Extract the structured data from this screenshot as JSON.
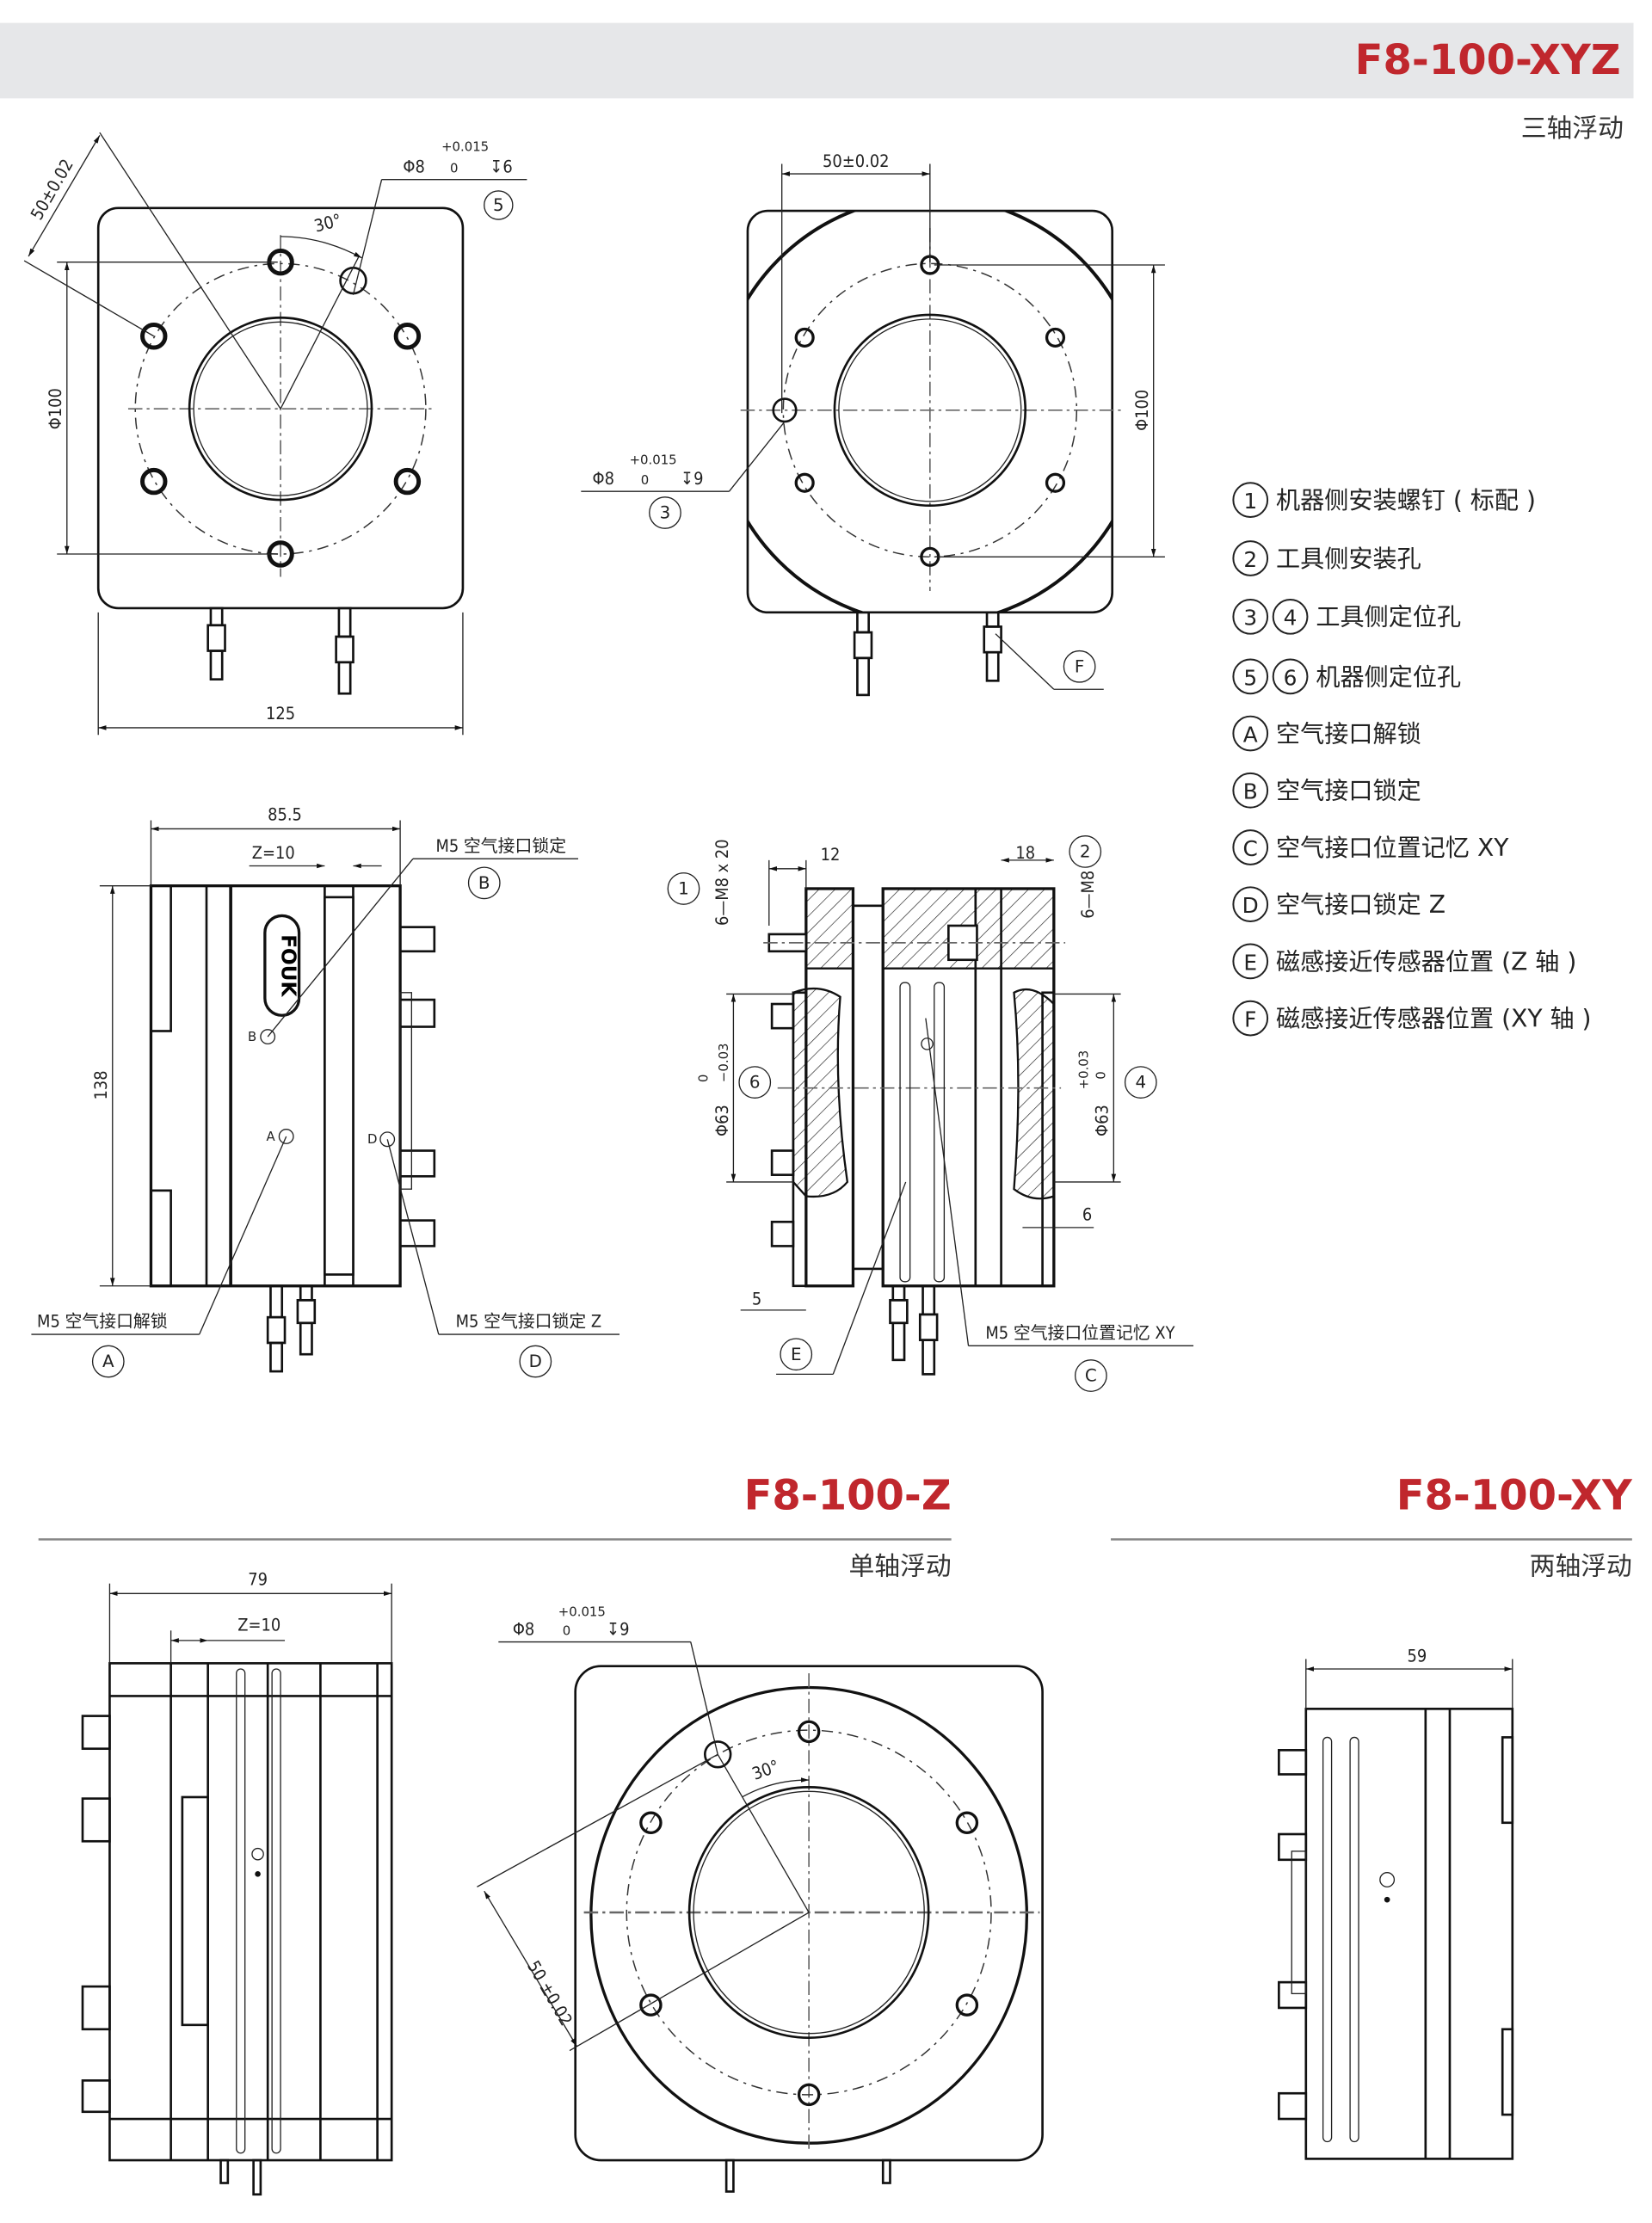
{
  "header": {
    "title": "F8-100-XYZ",
    "subtitle": "三轴浮动"
  },
  "colors": {
    "accent": "#c0272d",
    "band": "#e6e7e9"
  },
  "legend": [
    {
      "marks": [
        "1"
      ],
      "label": "机器侧安装螺钉 ( 标配 )"
    },
    {
      "marks": [
        "2"
      ],
      "label": "工具侧安装孔"
    },
    {
      "marks": [
        "3",
        "4"
      ],
      "label": "工具侧定位孔"
    },
    {
      "marks": [
        "5",
        "6"
      ],
      "label": "机器侧定位孔"
    },
    {
      "marks": [
        "A"
      ],
      "label": "空气接口解锁"
    },
    {
      "marks": [
        "B"
      ],
      "label": "空气接口锁定"
    },
    {
      "marks": [
        "C"
      ],
      "label": "空气接口位置记忆 XY"
    },
    {
      "marks": [
        "D"
      ],
      "label": "空气接口锁定 Z"
    },
    {
      "marks": [
        "E"
      ],
      "label": "磁感接近传感器位置 (Z 轴 )"
    },
    {
      "marks": [
        "F"
      ],
      "label": "磁感接近传感器位置 (XY 轴 )"
    }
  ],
  "view1": {
    "width": "125",
    "dia": "Φ100",
    "pitch": "50±0.02",
    "angle": "30°",
    "hole": "Φ8",
    "tol_up": "+0.015",
    "tol_lo": "0",
    "depth": "↧6",
    "bubble": "5"
  },
  "view2": {
    "pitch": "50±0.02",
    "dia": "Φ100",
    "hole": "Φ8",
    "tol_up": "+0.015",
    "tol_lo": "0",
    "depth": "↧9",
    "bubble": "3",
    "bubble_f": "F"
  },
  "view3": {
    "width": "85.5",
    "z": "Z=10",
    "height": "138",
    "logo": "FOUK",
    "note_b": "M5 空气接口锁定",
    "note_a": "M5 空气接口解锁",
    "note_d": "M5 空气接口锁定 Z",
    "bubble_a": "A",
    "bubble_b": "B",
    "bubble_d": "D",
    "mark_a": "A",
    "mark_b": "B",
    "mark_d": "D"
  },
  "view4": {
    "d12": "12",
    "d18": "18",
    "screw": "6—M8 x 20",
    "tap": "6—M8",
    "left_dia": "Φ63",
    "left_tol_up": "0",
    "left_tol_lo": "−0.03",
    "right_dia": "Φ63",
    "right_tol_up": "+0.03",
    "right_tol_lo": "0",
    "d6": "6",
    "d5": "5",
    "note_c": "M5 空气接口位置记忆 XY",
    "bubble_1": "1",
    "bubble_2": "2",
    "bubble_4": "4",
    "bubble_6": "6",
    "bubble_e": "E",
    "bubble_c": "C"
  },
  "section_z": {
    "title": "F8-100-Z",
    "subtitle": "单轴浮动",
    "width": "79",
    "z": "Z=10",
    "hole": "Φ8",
    "tol_up": "+0.015",
    "tol_lo": "0",
    "depth": "↧9",
    "angle": "30°",
    "pitch": "50 ±0.02"
  },
  "section_xy": {
    "title": "F8-100-XY",
    "subtitle": "两轴浮动",
    "width": "59"
  }
}
